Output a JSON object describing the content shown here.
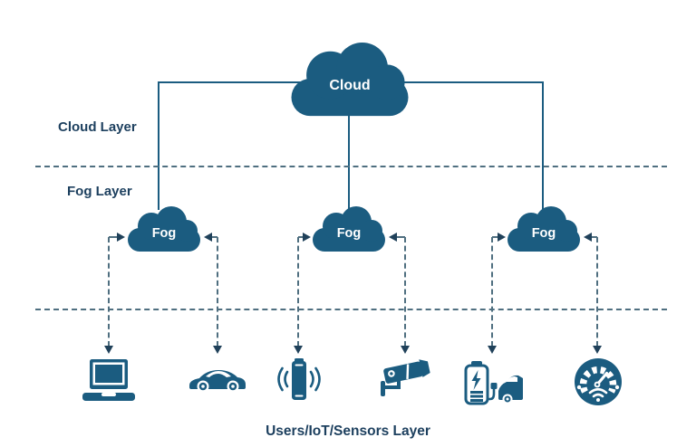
{
  "colors": {
    "primary": "#1B5C80",
    "label_text": "#1C3F5E",
    "dashed_line": "#4F6F80",
    "node_text": "#FFFFFF",
    "background": "#FFFFFF"
  },
  "cloud_node": {
    "label": "Cloud"
  },
  "fog_nodes": [
    {
      "label": "Fog"
    },
    {
      "label": "Fog"
    },
    {
      "label": "Fog"
    }
  ],
  "layer_labels": {
    "cloud": "Cloud Layer",
    "fog": "Fog Layer",
    "devices": "Users/IoT/Sensors Layer"
  },
  "devices": [
    {
      "name": "laptop"
    },
    {
      "name": "car"
    },
    {
      "name": "smartphone"
    },
    {
      "name": "surveillance-camera"
    },
    {
      "name": "ev-charging-station"
    },
    {
      "name": "smart-meter-gauge"
    }
  ]
}
